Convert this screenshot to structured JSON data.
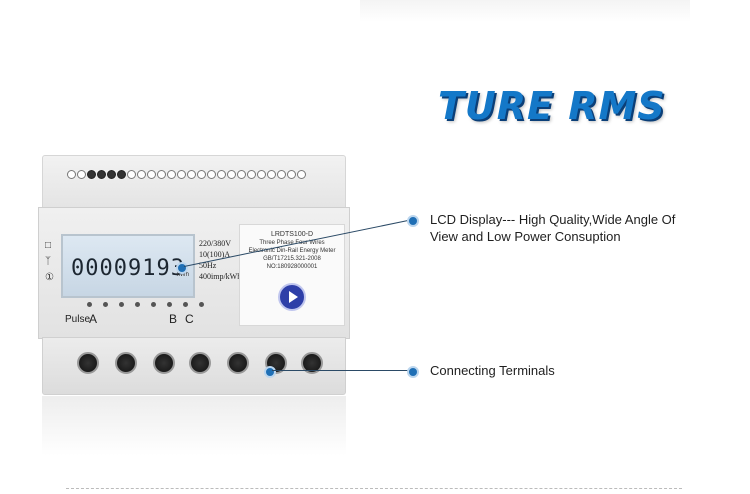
{
  "title": "TURE RMS",
  "meter": {
    "lcd_reading": "00009193",
    "lcd_unit": "kWh",
    "specs": [
      "220/380V",
      "10(100)A",
      "50Hz",
      "400imp/kWh"
    ],
    "plate": {
      "model": "LRDTS100-D",
      "lines": [
        "Three Phase Four Wires",
        "Electronic Din-Rail Energy Meter",
        "GB/T17215.321-2008",
        "NO:180928000001"
      ]
    },
    "pulse_label": "Pulse",
    "phase_a": "A",
    "phase_b": "B",
    "phase_c": "C"
  },
  "callouts": {
    "lcd": {
      "line1": "LCD Display--- High Quality,Wide Angle Of",
      "line2": "View and Low Power Consuption"
    },
    "terminals": "Connecting Terminals"
  },
  "colors": {
    "title": "#1478c8",
    "callout_dot": "#1f6fb5",
    "logo": "#2e3fa8"
  }
}
